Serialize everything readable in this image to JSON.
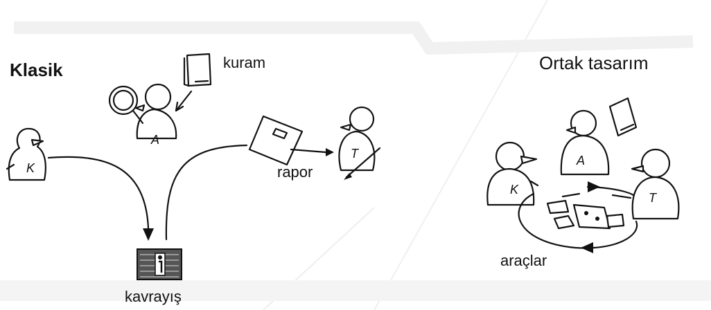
{
  "classic": {
    "title": "Klasik",
    "labels": {
      "theory": "kuram",
      "report": "rapor",
      "insight": "kavrayış"
    },
    "persons": {
      "user": "K",
      "researcher": "A",
      "designer": "T"
    }
  },
  "codesign": {
    "title": "Ortak tasarım",
    "labels": {
      "tools": "araçlar"
    },
    "persons": {
      "user": "K",
      "researcher": "A",
      "designer": "T"
    }
  },
  "colors": {
    "ink": "#111111",
    "paper": "#ffffff",
    "watermark": "#efefef"
  }
}
